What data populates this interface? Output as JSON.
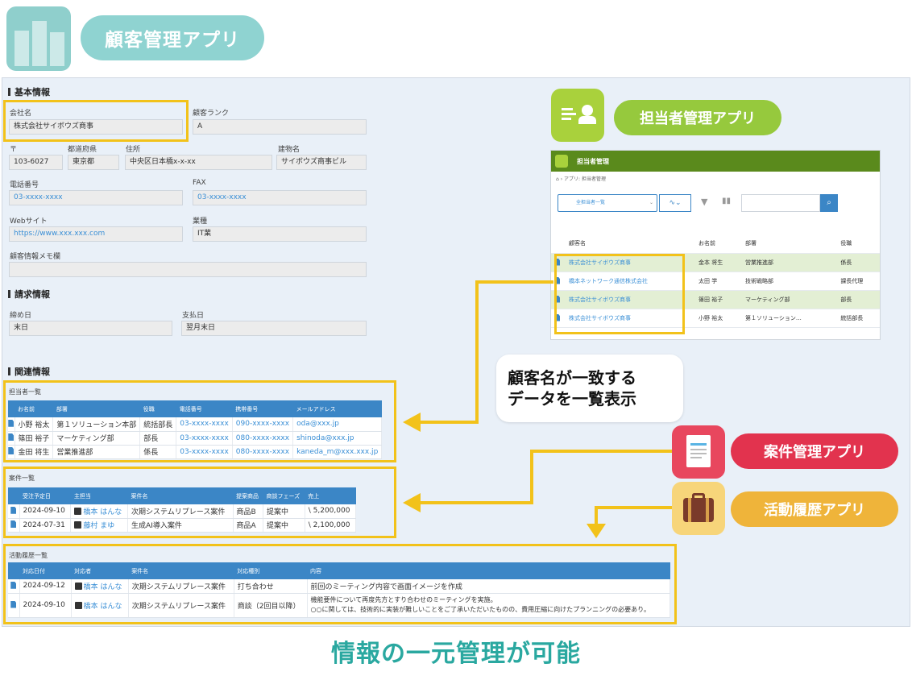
{
  "header": {
    "title": "顧客管理アプリ"
  },
  "basic": {
    "title": "基本情報",
    "company_label": "会社名",
    "company": "株式会社サイボウズ商事",
    "rank_label": "顧客ランク",
    "rank": "A",
    "zip_label": "〒",
    "zip": "103-6027",
    "pref_label": "都道府県",
    "pref": "東京都",
    "addr_label": "住所",
    "addr": "中央区日本橋x-x-xx",
    "bldg_label": "建物名",
    "bldg": "サイボウズ商事ビル",
    "tel_label": "電話番号",
    "tel": "03-xxxx-xxxx",
    "fax_label": "FAX",
    "fax": "03-xxxx-xxxx",
    "web_label": "Webサイト",
    "web": "https://www.xxx.xxx.com",
    "industry_label": "業種",
    "industry": "IT業",
    "memo_label": "顧客情報メモ欄",
    "memo": ""
  },
  "billing": {
    "title": "請求情報",
    "close_label": "締め日",
    "close": "末日",
    "pay_label": "支払日",
    "pay": "翌月末日"
  },
  "related": {
    "title": "関連情報",
    "contacts": {
      "title": "担当者一覧",
      "headers": [
        "お名前",
        "部署",
        "役職",
        "電話番号",
        "携帯番号",
        "メールアドレス"
      ],
      "rows": [
        [
          "小野 裕太",
          "第１ソリューション本部",
          "統括部長",
          "03-xxxx-xxxx",
          "090-xxxx-xxxx",
          "oda@xxx.jp"
        ],
        [
          "篠田 裕子",
          "マーケティング部",
          "部長",
          "03-xxxx-xxxx",
          "080-xxxx-xxxx",
          "shinoda@xxx.jp"
        ],
        [
          "金田 将生",
          "営業推進部",
          "係長",
          "03-xxxx-xxxx",
          "080-xxxx-xxxx",
          "kaneda_m@xxx.xxx.jp"
        ]
      ]
    },
    "deals": {
      "title": "案件一覧",
      "headers": [
        "受注予定日",
        "主担当",
        "案件名",
        "提案商品",
        "商談フェーズ",
        "売上"
      ],
      "rows": [
        [
          "2024-09-10",
          "橋本 はんな",
          "次期システムリプレース案件",
          "商品B",
          "提案中",
          "\\ 5,200,000"
        ],
        [
          "2024-07-31",
          "藤村 まゆ",
          "生成AI導入案件",
          "商品A",
          "提案中",
          "\\ 2,100,000"
        ]
      ]
    },
    "activities": {
      "title": "活動履歴一覧",
      "headers": [
        "対応日付",
        "対応者",
        "案件名",
        "対応種別",
        "内容"
      ],
      "rows": [
        [
          "2024-09-12",
          "橋本 はんな",
          "次期システムリプレース案件",
          "打ち合わせ",
          "前回のミーティング内容で画面イメージを作成",
          ""
        ],
        [
          "2024-09-10",
          "橋本 はんな",
          "次期システムリプレース案件",
          "商談（2回目以降）",
          "機能要件について再度先方とすり合わせのミーティングを実施。",
          "○○に関しては、技術的に実装が難しいことをご了承いただいたものの、費用圧縮に向けたプランニングの必要あり。"
        ]
      ]
    }
  },
  "tanto_app": {
    "title": "担当者管理アプリ",
    "window_title": "担当者管理",
    "breadcrumb": "アプリ: 担当者管理",
    "view_select": "全担当者一覧",
    "headers": [
      "顧客名",
      "お名前",
      "部署",
      "役職"
    ],
    "rows": [
      [
        "株式会社サイボウズ商事",
        "金本 将生",
        "営業推進部",
        "係長"
      ],
      [
        "橋本ネットワーク通信株式会社",
        "太田 学",
        "技術戦略部",
        "課長代理"
      ],
      [
        "株式会社サイボウズ商事",
        "篠田 裕子",
        "マーケティング部",
        "部長"
      ],
      [
        "株式会社サイボウズ商事",
        "小野 裕太",
        "第１ソリューション…",
        "統括部長"
      ]
    ]
  },
  "callout": {
    "line1": "顧客名が一致する",
    "line2": "データを一覧表示"
  },
  "anken_app": {
    "title": "案件管理アプリ"
  },
  "katsudo_app": {
    "title": "活動履歴アプリ"
  },
  "caption": "情報の一元管理が可能",
  "colors": {
    "highlight": "#f2c21a",
    "table_header": "#3b86c6",
    "teal": "#2aa8a0"
  }
}
